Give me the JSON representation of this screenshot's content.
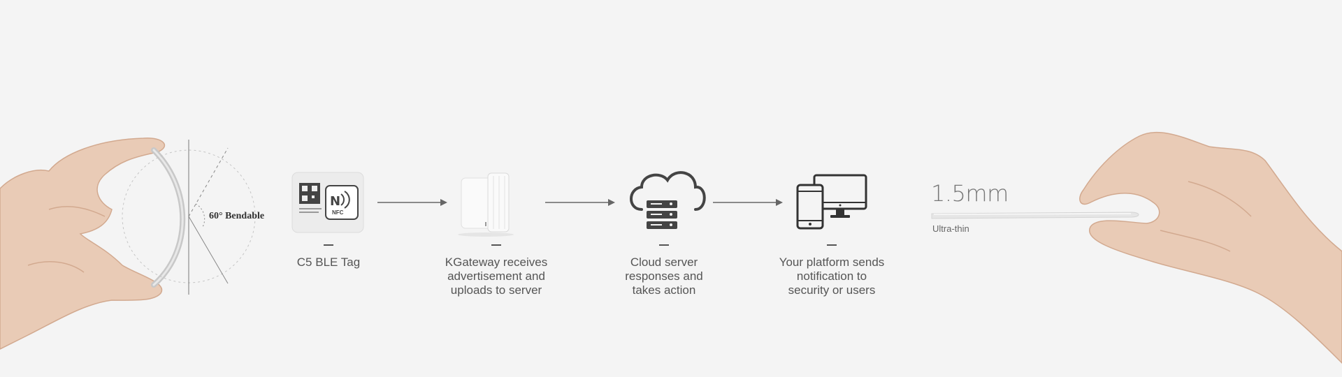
{
  "bendable": {
    "label": "60° Bendable",
    "angle_degrees": 60
  },
  "tag": {
    "nfc_label": "NFC"
  },
  "steps": [
    {
      "label": "C5 BLE Tag",
      "icon": "ble-tag-icon"
    },
    {
      "label": "KGateway receives\nadvertisement and\nuploads to server",
      "icon": "gateway-icon"
    },
    {
      "label": "Cloud server\nresponses and\ntakes action",
      "icon": "cloud-server-icon"
    },
    {
      "label": "Your platform sends\nnotification to\nsecurity or users",
      "icon": "devices-icon"
    }
  ],
  "thickness": {
    "value": "1.5mm",
    "caption": "Ultra-thin"
  },
  "colors": {
    "background": "#f4f4f4",
    "text": "#555555",
    "line": "#666666"
  }
}
